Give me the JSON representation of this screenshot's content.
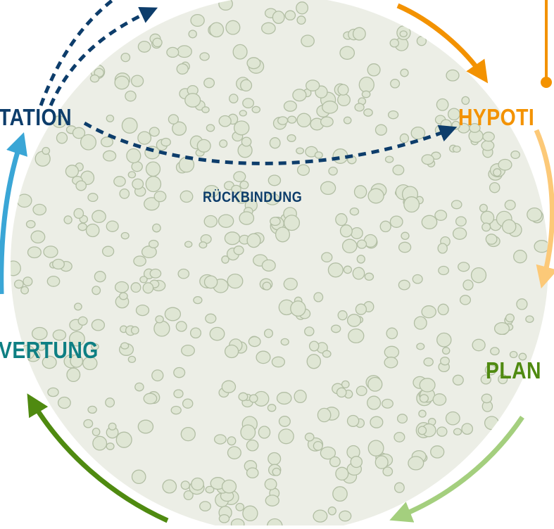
{
  "labels": {
    "tation": "TATION",
    "hypothesis": "HYPOTI",
    "rueckbindung": "RÜCKBINDUNG",
    "auswertung": "VERTUNG",
    "planung": "PLAN"
  },
  "colors": {
    "navy": "#0d3d6b",
    "orange": "#f39200",
    "light_orange": "#fcc978",
    "teal": "#0e7f83",
    "light_blue": "#3aa6d6",
    "green": "#4f8a10",
    "light_green": "#a4cf7e",
    "microscope_bg": "#eceee6",
    "cell_fill": "#dfe6d4",
    "cell_stroke": "#b2bea4"
  }
}
